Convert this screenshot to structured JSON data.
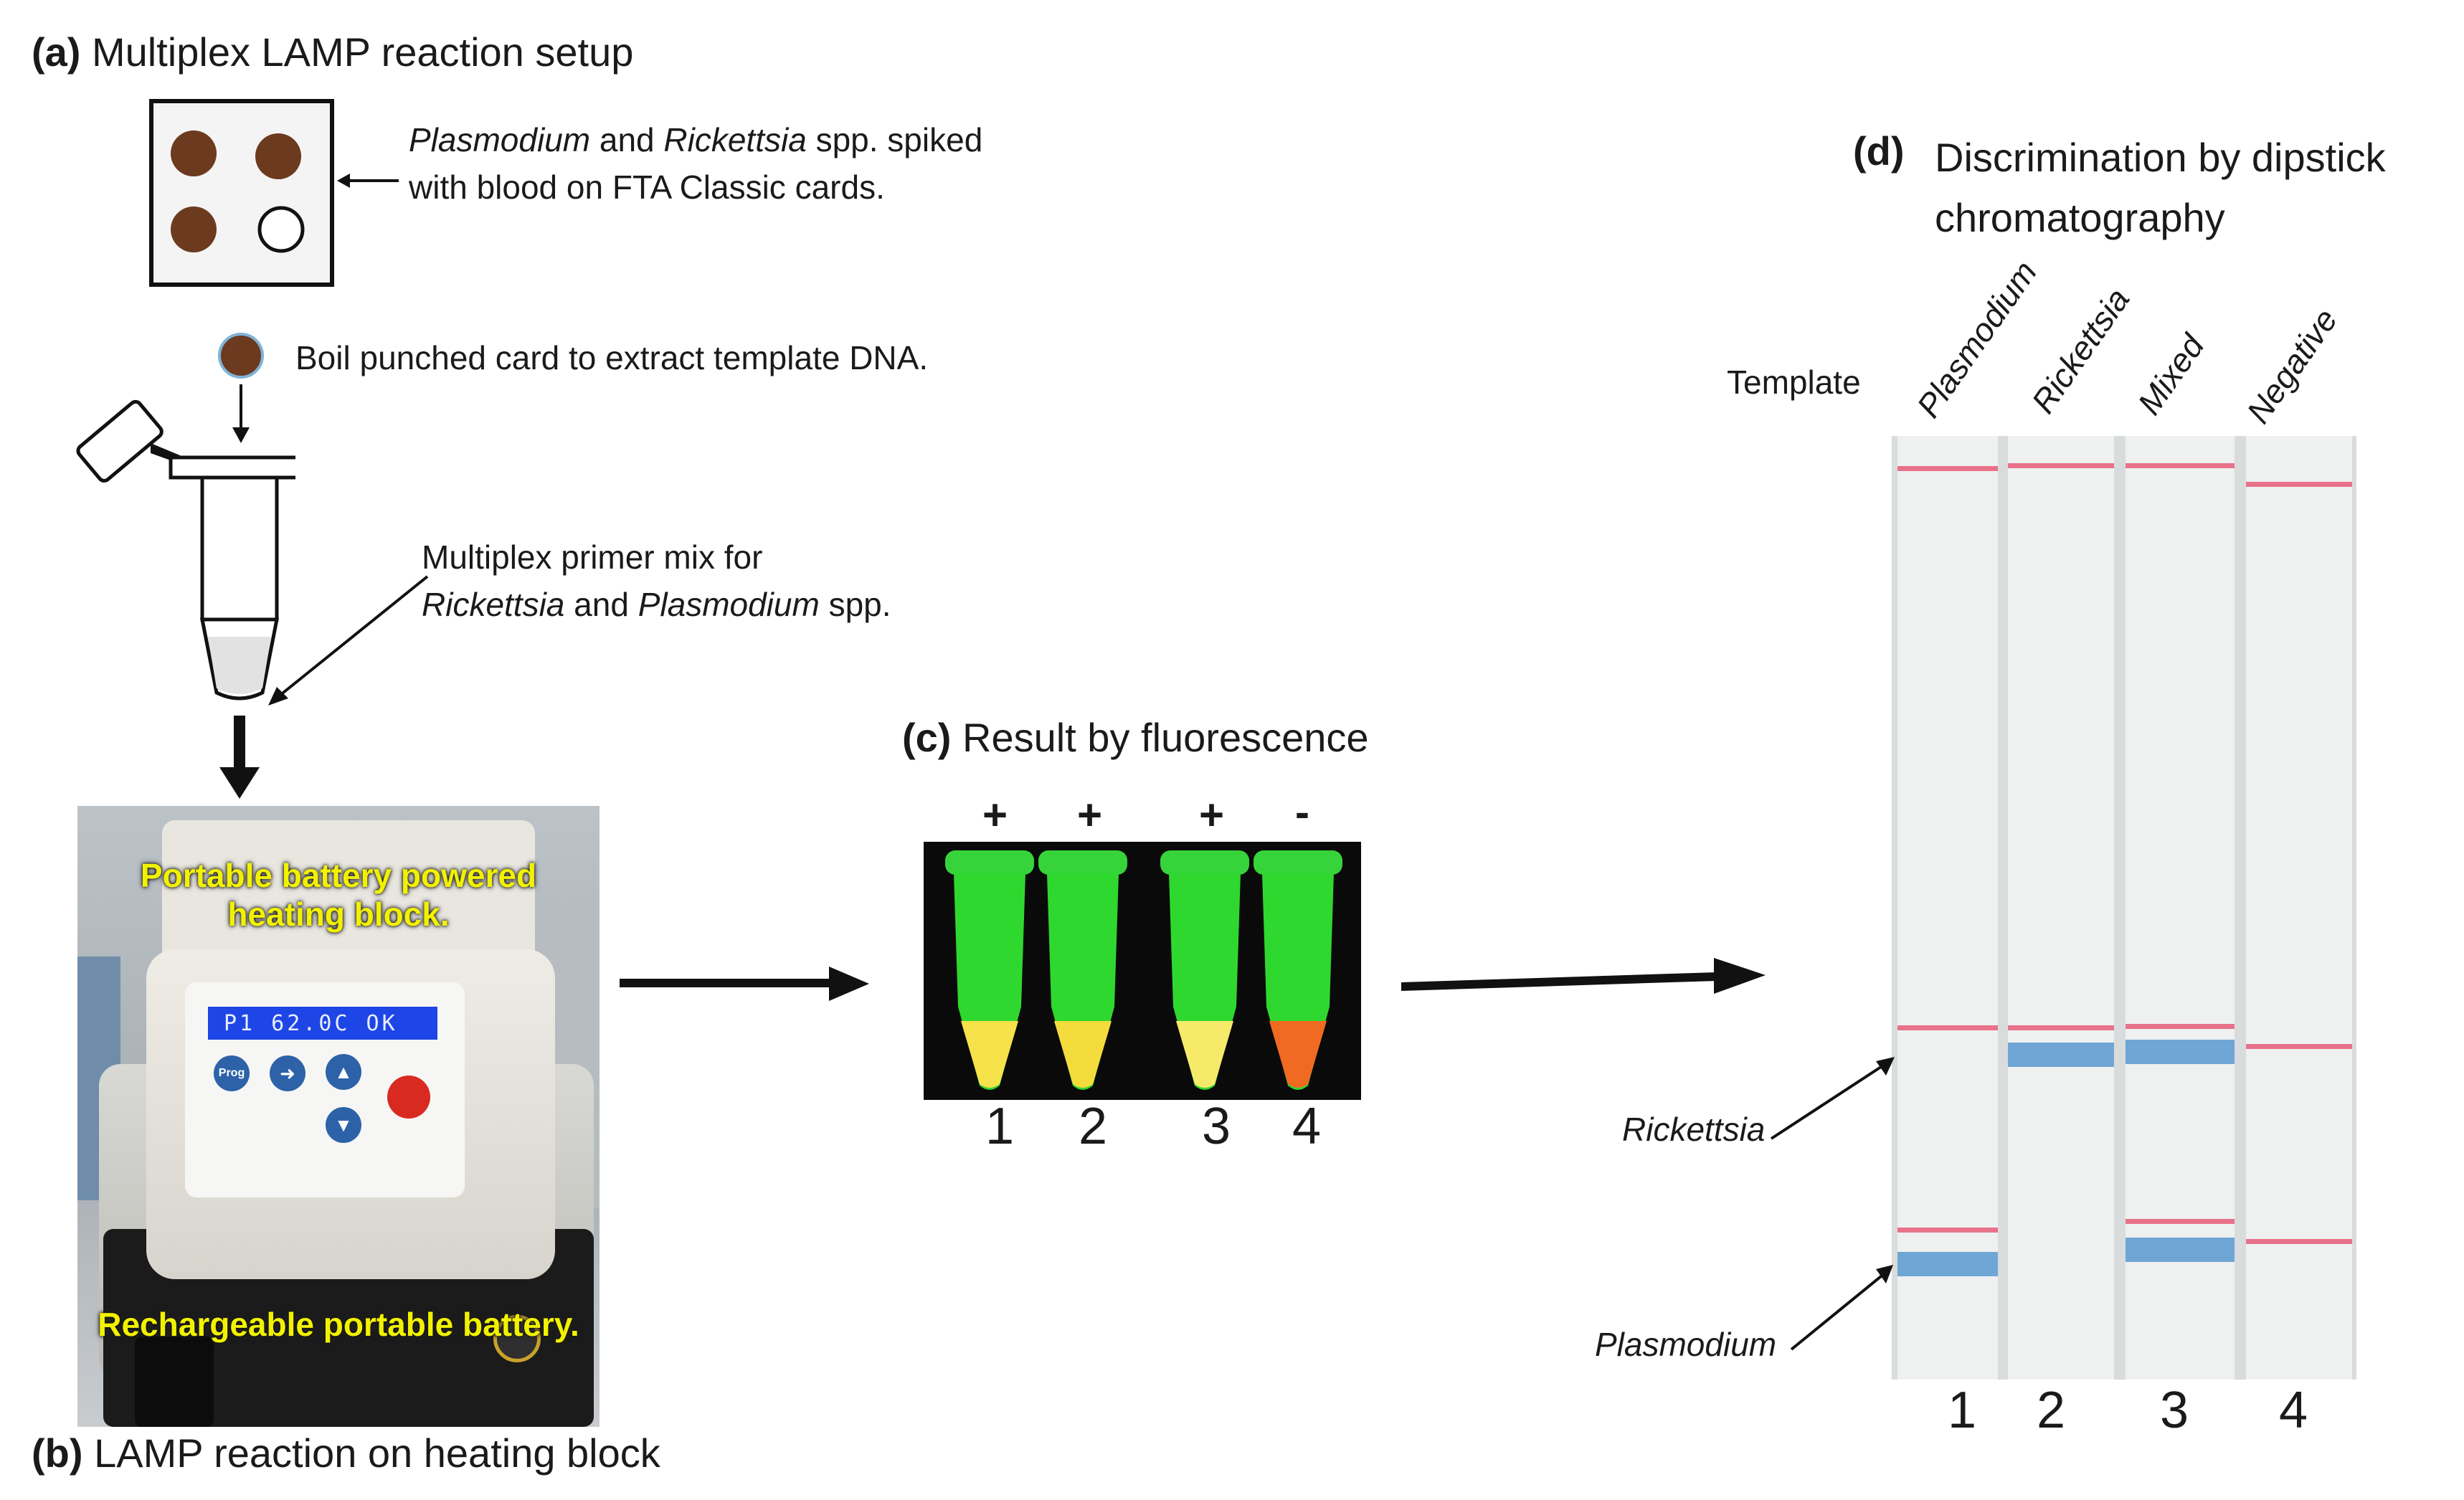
{
  "panel_a": {
    "heading_tag": "(a)",
    "heading_text": "Multiplex LAMP reaction setup",
    "card_note_italic1": "Plasmodium",
    "card_note_mid": " and ",
    "card_note_italic2": "Rickettsia",
    "card_note_end": "  spp. spiked",
    "card_note_line2": "with blood on FTA Classic cards.",
    "boil_note": "Boil punched card to extract template DNA.",
    "primer_line1": "Multiplex primer mix for",
    "primer_italic1": "Rickettsia",
    "primer_mid": " and ",
    "primer_italic2": "Plasmodium",
    "primer_end": " spp."
  },
  "panel_b": {
    "heading_tag": "(b)",
    "heading_text": "LAMP reaction on heating block",
    "overlay_top_line1": "Portable battery powered",
    "overlay_top_line2": "heating block.",
    "overlay_bottom": "Rechargeable portable battery.",
    "lcd_text": "P1  62.0C  OK",
    "btn_prog": "Prog"
  },
  "panel_c": {
    "heading_tag": "(c)",
    "heading_text": "Result by fluorescence",
    "signs": [
      "+",
      "+",
      "+",
      "-"
    ],
    "tube_numbers": [
      "1",
      "2",
      "3",
      "4"
    ],
    "tube_colors": [
      "#f6e24a",
      "#f3dc3c",
      "#f7ea6a",
      "#f06a22"
    ]
  },
  "panel_d": {
    "heading_tag": "(d)",
    "heading_line1": "Discrimination by dipstick",
    "heading_line2": "chromatography",
    "template_label": "Template",
    "columns": [
      "Plasmodium",
      "Rickettsia",
      "Mixed",
      "Negative"
    ],
    "rickettsia_label": "Rickettsia",
    "plasmodium_label": "Plasmodium",
    "strip_numbers": [
      "1",
      "2",
      "3",
      "4"
    ],
    "line_color": "#e8728a",
    "band_color": "#6fa6d6"
  }
}
